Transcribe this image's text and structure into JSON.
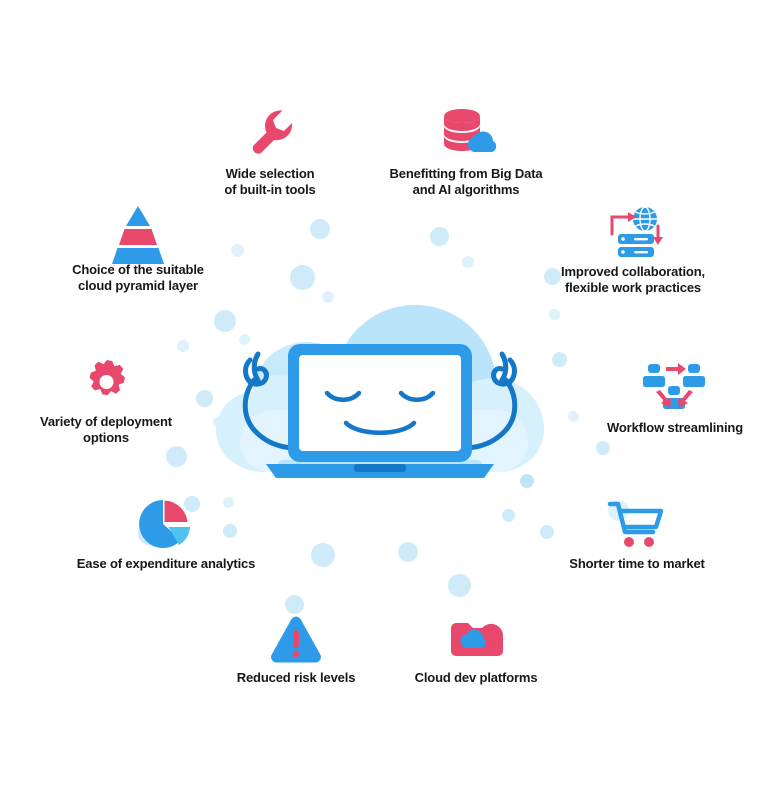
{
  "palette": {
    "red": "#e8486b",
    "red_dark": "#d94464",
    "blue": "#2e9be8",
    "blue_dark": "#1b8ade",
    "blue_deep": "#1577c7",
    "cloud_light": "#d6f0fc",
    "cloud_mid": "#b9e4f9",
    "cloud_pale": "#e8f7fe",
    "dot": "#cfeaf9",
    "text": "#17181a",
    "white": "#ffffff",
    "background": "#ffffff"
  },
  "center": {
    "name": "meditating-cloud-laptop-mascot",
    "description": "Laptop with closed eyes and smile sitting in a lotus pose inside a cloud"
  },
  "nodes": [
    {
      "id": "wide-selection-built-in-tools",
      "icon": "wrench-icon",
      "label": "Wide selection\nof built-in tools",
      "color": "red"
    },
    {
      "id": "benefitting-big-data-ai",
      "icon": "database-cloud-icon",
      "label": "Benefitting from Big Data\nand AI algorithms",
      "color": "red"
    },
    {
      "id": "choice-cloud-pyramid-layer",
      "icon": "pyramid-icon",
      "label": "Choice of the suitable\ncloud pyramid layer",
      "color": "blue"
    },
    {
      "id": "improved-collaboration",
      "icon": "globe-server-icon",
      "label": "Improved collaboration,\nflexible work practices",
      "color": "blue"
    },
    {
      "id": "variety-deployment-options",
      "icon": "gear-icon",
      "label": "Variety of deployment\noptions",
      "color": "red"
    },
    {
      "id": "workflow-streamlining",
      "icon": "workflow-people-icon",
      "label": "Workflow streamlining",
      "color": "blue"
    },
    {
      "id": "ease-expenditure-analytics",
      "icon": "pie-chart-icon",
      "label": "Ease of expenditure analytics",
      "color": "blue"
    },
    {
      "id": "shorter-time-to-market",
      "icon": "shopping-cart-icon",
      "label": "Shorter time to market",
      "color": "blue"
    },
    {
      "id": "reduced-risk-levels",
      "icon": "warning-triangle-icon",
      "label": "Reduced risk levels",
      "color": "blue"
    },
    {
      "id": "cloud-dev-platforms",
      "icon": "folder-cloud-icon",
      "label": "Cloud dev platforms",
      "color": "red"
    }
  ]
}
